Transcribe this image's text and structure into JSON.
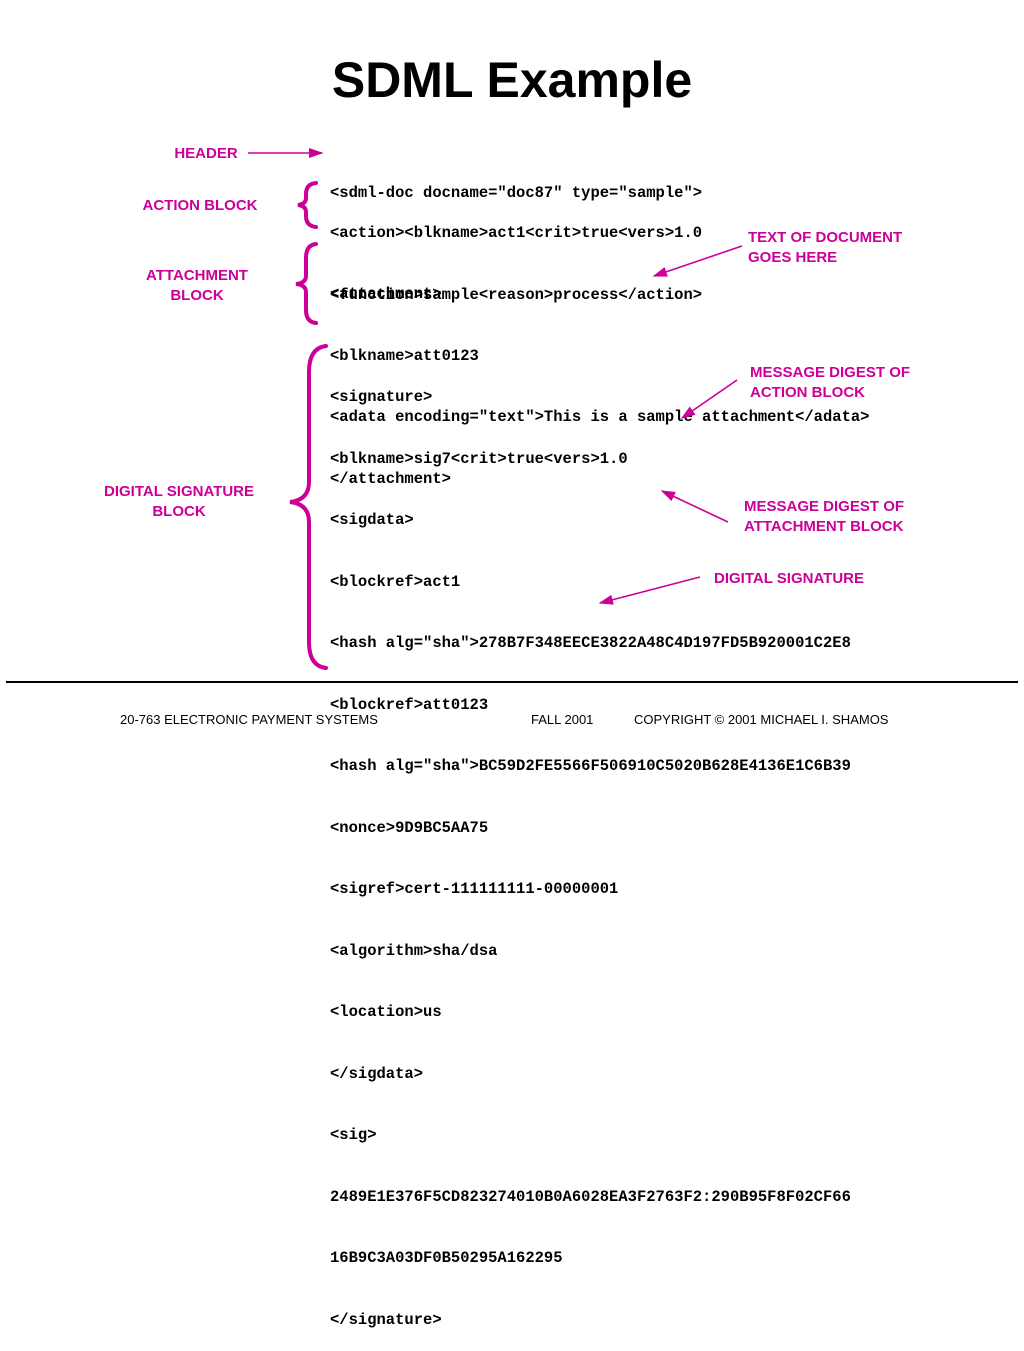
{
  "slide": {
    "title": "SDML Example",
    "code_groups": [
      {
        "name": "header",
        "lines": [
          "<sdml-doc docname=\"doc87\" type=\"sample\">"
        ]
      },
      {
        "name": "action",
        "lines": [
          "<action><blkname>act1<crit>true<vers>1.0",
          "<function>sample<reason>process</action>"
        ]
      },
      {
        "name": "attachment",
        "lines": [
          "<attachment>",
          "<blkname>att0123",
          "<adata encoding=\"text\">This is a sample attachment</adata>",
          "</attachment>"
        ]
      },
      {
        "name": "signature",
        "lines": [
          "<signature>",
          "<blkname>sig7<crit>true<vers>1.0",
          "<sigdata>",
          "<blockref>act1",
          "<hash alg=\"sha\">278B7F348EECE3822A48C4D197FD5B920001C2E8",
          "<blockref>att0123",
          "<hash alg=\"sha\">BC59D2FE5566F506910C5020B628E4136E1C6B39",
          "<nonce>9D9BC5AA75",
          "<sigref>cert-111111111-00000001",
          "<algorithm>sha/dsa",
          "<location>us",
          "</sigdata>",
          "<sig>",
          "2489E1E376F5CD823274010B0A6028EA3F2763F2:290B95F8F02CF66",
          "16B9C3A03DF0B50295A162295",
          "</signature>"
        ]
      }
    ],
    "labels": {
      "header": "HEADER",
      "action_block": "ACTION BLOCK",
      "attachment_block": [
        "ATTACHMENT",
        "BLOCK"
      ],
      "signature_block": [
        "DIGITAL SIGNATURE",
        "BLOCK"
      ]
    },
    "annotations": {
      "text_of_document": [
        "TEXT OF DOCUMENT",
        "GOES HERE"
      ],
      "digest_action": [
        "MESSAGE DIGEST OF",
        "ACTION BLOCK"
      ],
      "digest_attachment": [
        "MESSAGE DIGEST OF",
        "ATTACHMENT BLOCK"
      ],
      "digital_signature": "DIGITAL SIGNATURE"
    },
    "footer": {
      "course": "20-763 ELECTRONIC PAYMENT SYSTEMS",
      "term": "FALL 2001",
      "copyright": "COPYRIGHT © 2001 MICHAEL I. SHAMOS"
    },
    "colors": {
      "accent": "#cc0099",
      "text": "#000000"
    }
  }
}
